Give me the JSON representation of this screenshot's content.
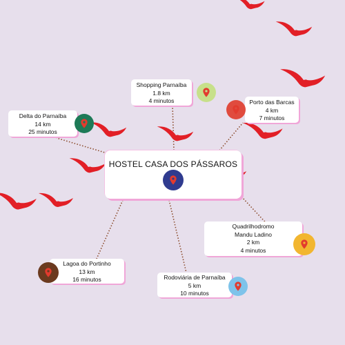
{
  "center": {
    "title": "HOSTEL CASA DOS PÁSSAROS",
    "icon": "location-pin-icon",
    "icon_color": "#2f3b8f"
  },
  "destinations": [
    {
      "id": "shopping",
      "name": "Shopping Parnaíba",
      "distance": "1.8 km",
      "time": "4 minutos",
      "icon": "location-pin-icon",
      "icon_color": "#c7e08a"
    },
    {
      "id": "porto",
      "name": "Porto das Barcas",
      "distance": "4 km",
      "time": "7 minutos",
      "icon": "location-pin-icon",
      "icon_color": "#e04b3e"
    },
    {
      "id": "delta",
      "name": "Delta do Parnaíba",
      "distance": "14 km",
      "time": "25 minutos",
      "icon": "location-pin-icon",
      "icon_color": "#1e7a57"
    },
    {
      "id": "quadri",
      "name_line1": "Quadrilhodromo",
      "name_line2": "Mandu Ladino",
      "distance": "2 km",
      "time": "4 minutos",
      "icon": "location-pin-icon",
      "icon_color": "#f2b630"
    },
    {
      "id": "lagoa",
      "name": "Lagoa do Portinho",
      "distance": "13 km",
      "time": "16 minutos",
      "icon": "location-pin-icon",
      "icon_color": "#6b3a1f"
    },
    {
      "id": "rodoviaria",
      "name": "Rodoviária de Parnaíba",
      "distance": "5 km",
      "time": "10 minutos",
      "icon": "location-pin-icon",
      "icon_color": "#7ec3ea"
    }
  ],
  "decor": {
    "bird_icon": "bird-silhouette-icon",
    "bird_color": "#e21f26",
    "connector_color": "#8a4a2a"
  }
}
